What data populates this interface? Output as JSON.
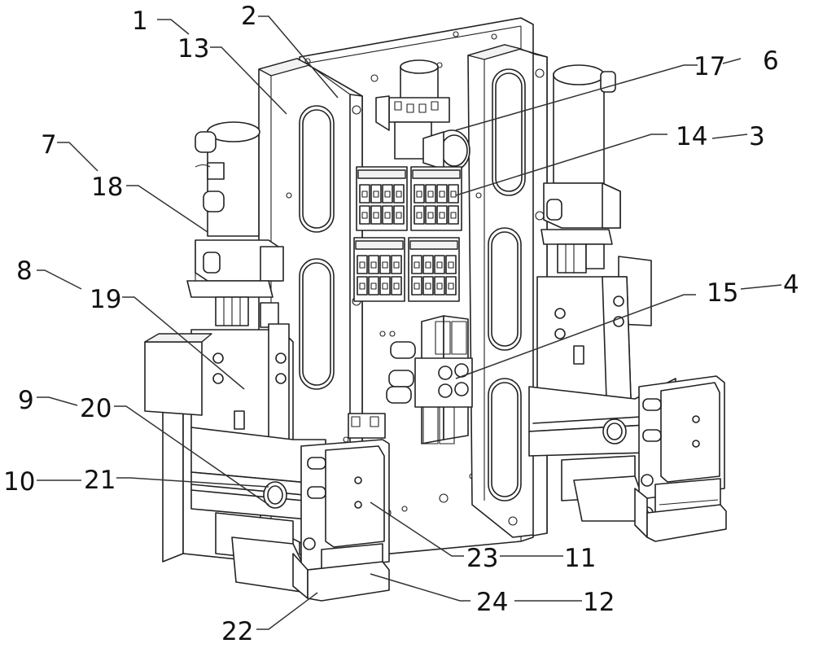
{
  "figure": {
    "type": "patent-style isometric line drawing of a machine assembly",
    "callouts": [
      {
        "id": "c1",
        "text": "1"
      },
      {
        "id": "c2",
        "text": "2"
      },
      {
        "id": "c3",
        "text": "3"
      },
      {
        "id": "c4",
        "text": "4"
      },
      {
        "id": "c6",
        "text": "6"
      },
      {
        "id": "c7",
        "text": "7"
      },
      {
        "id": "c8",
        "text": "8"
      },
      {
        "id": "c9",
        "text": "9"
      },
      {
        "id": "c10",
        "text": "10"
      },
      {
        "id": "c11",
        "text": "11"
      },
      {
        "id": "c12",
        "text": "12"
      },
      {
        "id": "c13",
        "text": "13"
      },
      {
        "id": "c14",
        "text": "14"
      },
      {
        "id": "c15",
        "text": "15"
      },
      {
        "id": "c17",
        "text": "17"
      },
      {
        "id": "c18",
        "text": "18"
      },
      {
        "id": "c19",
        "text": "19"
      },
      {
        "id": "c20",
        "text": "20"
      },
      {
        "id": "c21",
        "text": "21"
      },
      {
        "id": "c22",
        "text": "22"
      },
      {
        "id": "c23",
        "text": "23"
      },
      {
        "id": "c24",
        "text": "24"
      }
    ]
  }
}
